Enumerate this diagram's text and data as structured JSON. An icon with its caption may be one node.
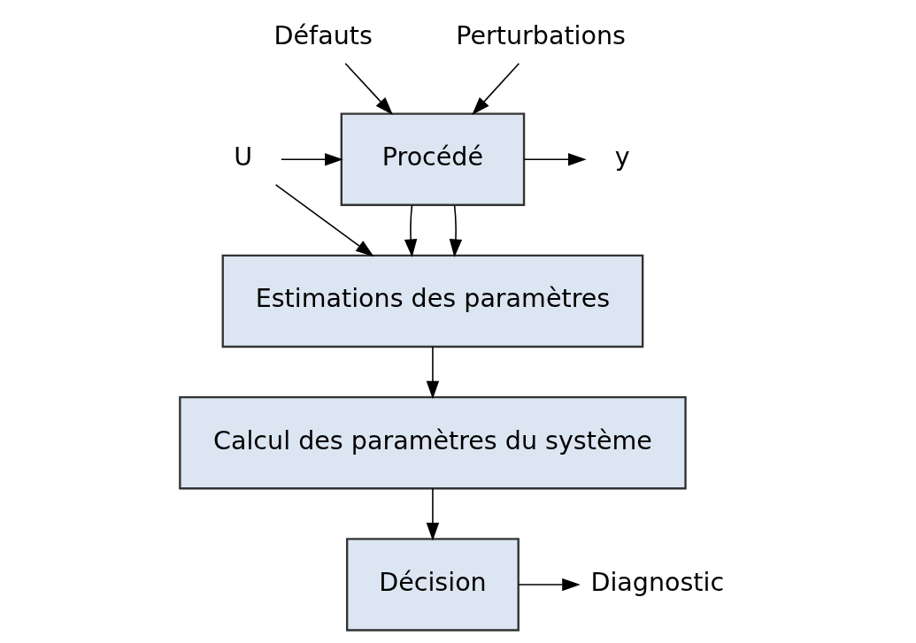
{
  "diagram": {
    "nodes": [
      {
        "text": [
          "Défauts"
        ]
      },
      {
        "text": [
          "Perturbations"
        ]
      },
      {
        "text": [
          "U"
        ]
      },
      {
        "text": [
          "Procédé"
        ]
      },
      {
        "text": [
          "y"
        ]
      },
      {
        "text": [
          "Estimations des paramètres"
        ]
      },
      {
        "text": [
          "Calcul des paramètres du système"
        ]
      },
      {
        "text": [
          "Décision"
        ]
      },
      {
        "text": [
          "Diagnostic"
        ]
      }
    ],
    "edges": [
      {
        "from": 0,
        "to": 3,
        "arrow": "to"
      },
      {
        "from": 1,
        "to": 3,
        "arrow": "to"
      },
      {
        "from": 2,
        "to": 3,
        "arrow": "to"
      },
      {
        "from": 2,
        "to": 5,
        "arrow": "to"
      },
      {
        "from": 3,
        "to": 4,
        "arrow": "to"
      },
      {
        "from": 3,
        "to": 5,
        "arrow": "to"
      },
      {
        "from": 3,
        "to": 5,
        "arrow": "to"
      },
      {
        "from": 5,
        "to": 6,
        "arrow": "to"
      },
      {
        "from": 6,
        "to": 7,
        "arrow": "to"
      },
      {
        "from": 7,
        "to": 8,
        "arrow": "to"
      }
    ]
  }
}
